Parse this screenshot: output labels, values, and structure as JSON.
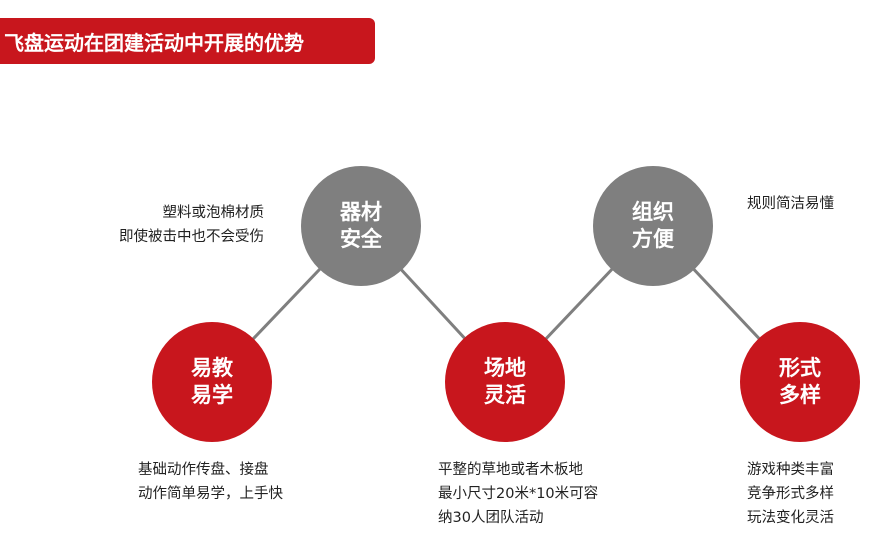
{
  "title": "飞盘运动在团建活动中开展的优势",
  "colors": {
    "accent_red": "#c8161d",
    "gray": "#7f7f7f",
    "line": "#7f7f7f"
  },
  "nodes": {
    "easy_to_learn": {
      "line1": "易教",
      "line2": "易学",
      "desc": [
        "基础动作传盘、接盘",
        "动作简单易学，上手快"
      ]
    },
    "safe_equipment": {
      "line1": "器材",
      "line2": "安全",
      "desc": [
        "塑料或泡棉材质",
        "即使被击中也不会受伤"
      ]
    },
    "flexible_venue": {
      "line1": "场地",
      "line2": "灵活",
      "desc": [
        "平整的草地或者木板地",
        "最小尺寸20米*10米可容",
        "纳30人团队活动"
      ]
    },
    "easy_organize": {
      "line1": "组织",
      "line2": "方便",
      "desc": [
        "规则简洁易懂"
      ]
    },
    "diverse_forms": {
      "line1": "形式",
      "line2": "多样",
      "desc": [
        "游戏种类丰富",
        "竞争形式多样",
        "玩法变化灵活"
      ]
    }
  }
}
